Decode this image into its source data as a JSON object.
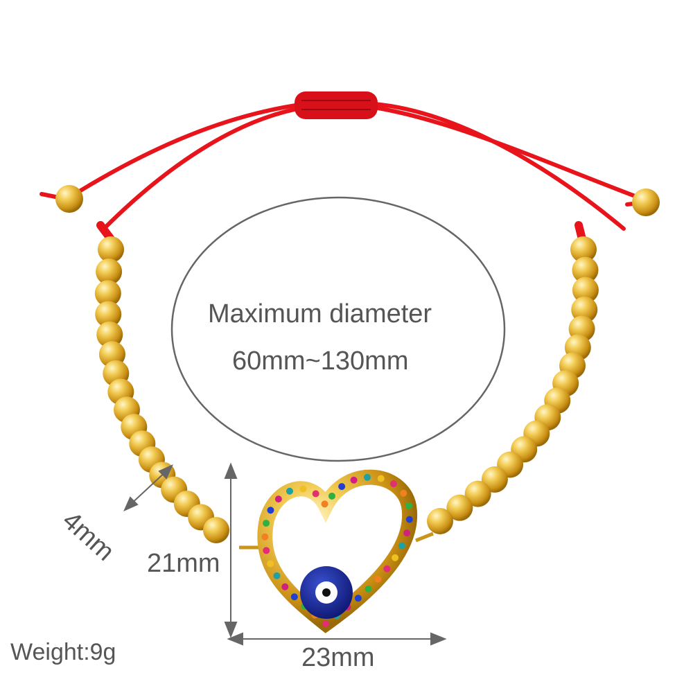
{
  "diameter": {
    "title": "Maximum diameter",
    "range": "60mm~130mm"
  },
  "dimensions": {
    "bead": "4mm",
    "height": "21mm",
    "width": "23mm"
  },
  "weight": "Weight:9g",
  "colors": {
    "cord": "#e8141c",
    "gold": "#e0b030",
    "eye": "#1a2a9a",
    "text": "#555555"
  }
}
